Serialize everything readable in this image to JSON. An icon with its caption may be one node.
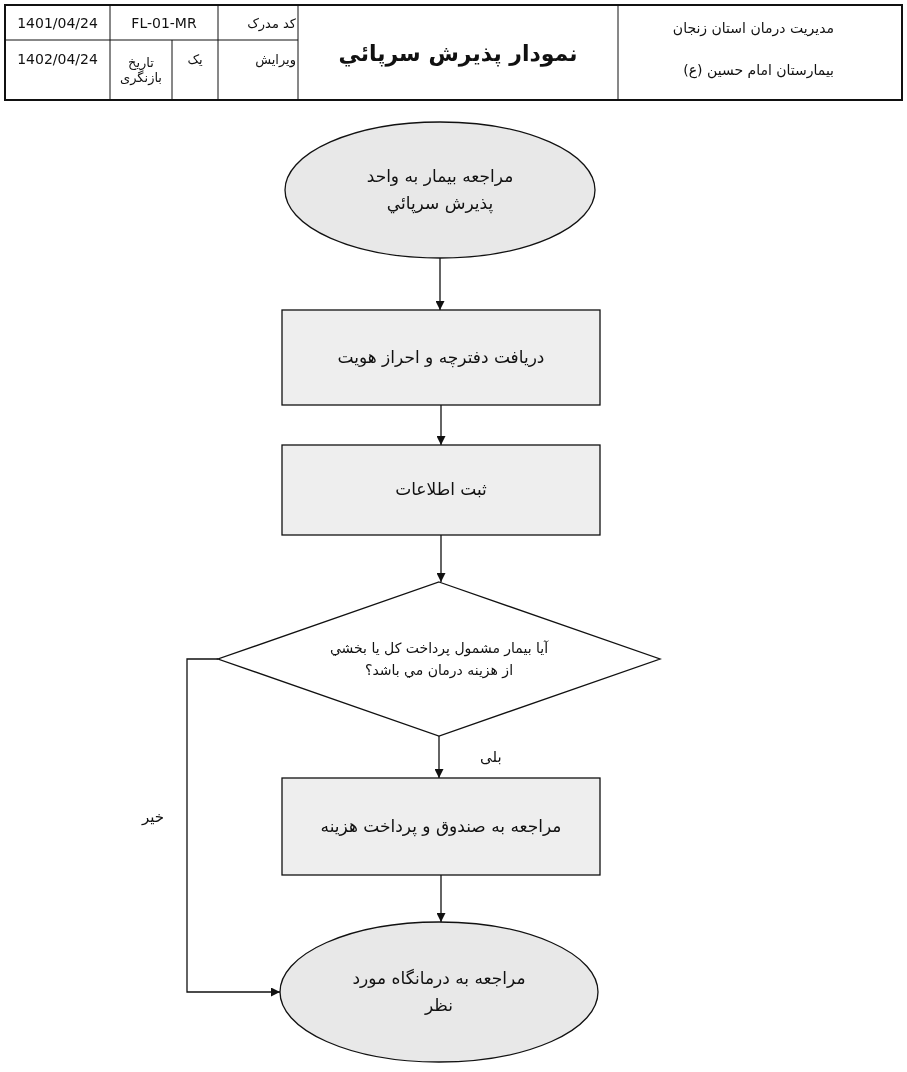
{
  "diagram": {
    "title": "نمودار پذیرش سرپائي",
    "nodes": [
      {
        "text": [
          "مراجعه بیمار به واحد پذیرش سرپائي"
        ]
      },
      {
        "text": [
          "دریافت دفترچه و احراز هویت"
        ]
      },
      {
        "text": [
          "ثبت اطلاعات"
        ]
      },
      {
        "text": [
          "آیا بیمار مشمول پرداخت کل یا بخشي از هزینه درمان مي باشد؟"
        ]
      },
      {
        "text": [
          "مراجعه به صندوق و پرداخت هزینه"
        ]
      },
      {
        "text": [
          "مراجعه به درمانگاه مورد نظر"
        ]
      }
    ],
    "edges": [
      {
        "from": 0,
        "to": 1,
        "arrow": "to"
      },
      {
        "from": 1,
        "to": 2,
        "arrow": "to"
      },
      {
        "from": 2,
        "to": 3,
        "arrow": "to"
      },
      {
        "from": 3,
        "to": 4,
        "arrow": "to",
        "label": "بلی"
      },
      {
        "from": 4,
        "to": 5,
        "arrow": "to"
      },
      {
        "from": 3,
        "to": 5,
        "arrow": "to",
        "label": "خیر"
      }
    ],
    "labels": [
      "مدیریت درمان استان زنجان",
      "بیمارستان امام حسین (ع)",
      "کد مدرک",
      "FL-01-MR",
      "1401/04/24",
      "ویرایش",
      "یک",
      "تاریخ بازنگری",
      "1402/04/24"
    ]
  }
}
